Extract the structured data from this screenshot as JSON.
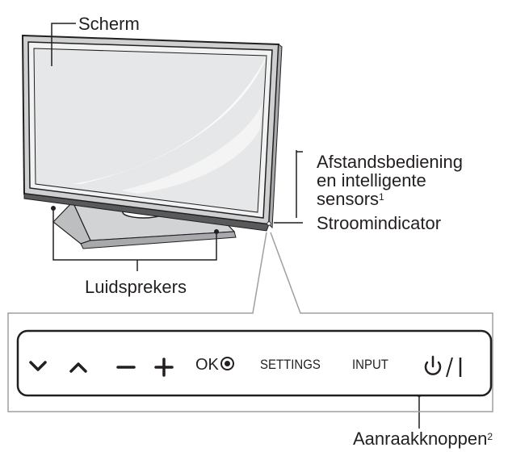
{
  "labels": {
    "screen": "Scherm",
    "remote_line1": "Afstandsbediening",
    "remote_line2": "en intelligente",
    "remote_line3": "sensors",
    "remote_sup": "1",
    "power_indicator": "Stroomindicator",
    "speakers": "Luidsprekers",
    "touch_buttons": "Aanraakknoppen",
    "touch_sup": "2"
  },
  "controls": {
    "ok": "OK",
    "settings": "SETTINGS",
    "input": "INPUT",
    "power": "⏻/I"
  },
  "icons": [
    "chevron-down-icon",
    "chevron-up-icon",
    "minus-icon",
    "plus-icon",
    "ok-circle-icon",
    "power-icon"
  ],
  "colors": {
    "stroke": "#231f20",
    "screen_fill": "#e6e7e8",
    "frame_fill": "#cfd0d2",
    "callout_gray": "#9d9fa2"
  }
}
